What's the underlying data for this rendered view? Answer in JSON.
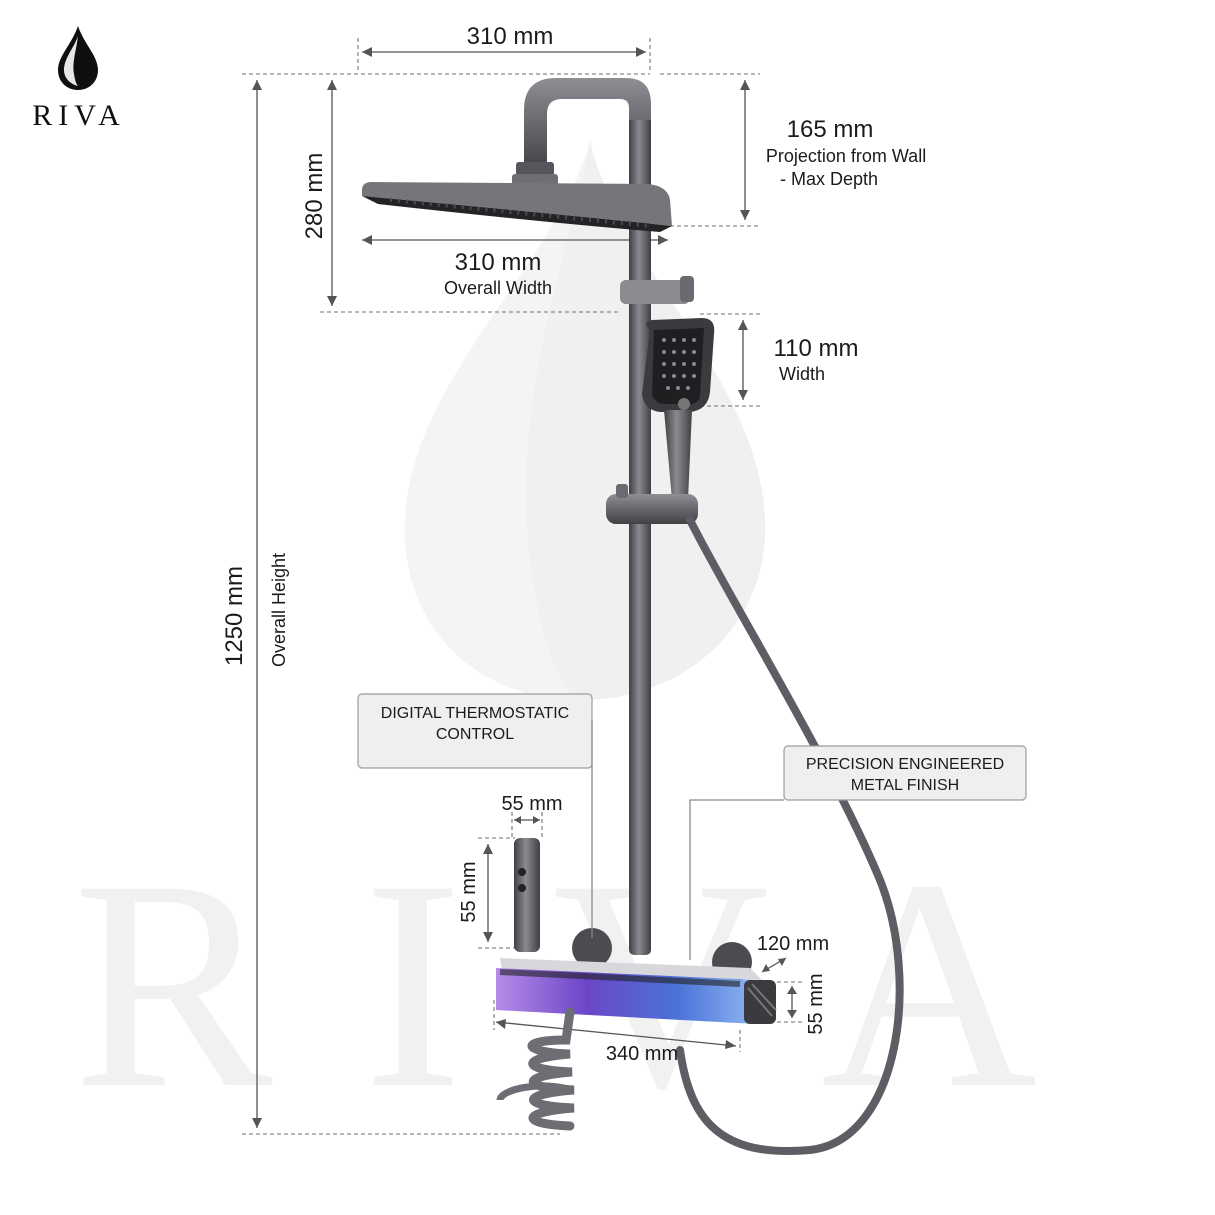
{
  "brand": {
    "name": "RIVA",
    "watermark": "RIVA",
    "logo_icon": "water-drop-icon"
  },
  "dimensions": {
    "top_width": "310 mm",
    "head_depth": "280 mm",
    "projection_value": "165 mm",
    "projection_line1": "Projection from Wall",
    "projection_line2": "- Max Depth",
    "overall_width_value": "310 mm",
    "overall_width_label": "Overall Width",
    "handheld_value": "110 mm",
    "handheld_label": "Width",
    "height_value": "1250 mm",
    "height_label": "Overall Height",
    "spout_width": "55 mm",
    "spout_height": "55 mm",
    "panel_depth": "120 mm",
    "panel_height": "55 mm",
    "panel_width": "340 mm"
  },
  "callouts": {
    "thermostat_line1": "DIGITAL THERMOSTATIC",
    "thermostat_line2": "CONTROL",
    "finish_line1": "PRECISION ENGINEERED",
    "finish_line2": "METAL FINISH"
  },
  "colors": {
    "metal": "#5d5e63",
    "metal_dark": "#3b3c40",
    "panel_glow": "#7f5fd0",
    "callout_bg": "#efefef"
  }
}
